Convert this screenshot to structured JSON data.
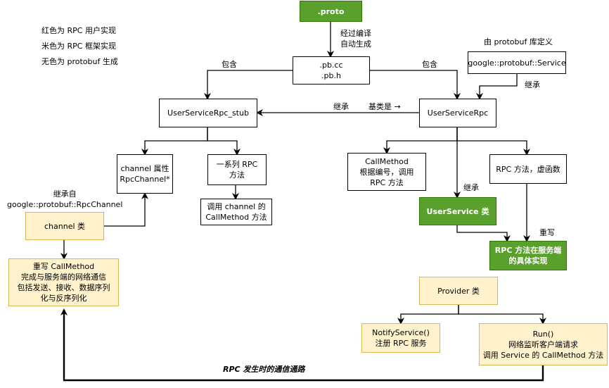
{
  "legend": {
    "line1": "红色为 RPC 用户实现",
    "line2": "米色为 RPC 框架实现",
    "line3": "无色为 protobuf 生成"
  },
  "nodes": {
    "proto": ".proto",
    "pbcc": ".pb.cc\n.pb.h",
    "protobuf_service": "google::protobuf::Service",
    "stub": "UserServiceRpc_stub",
    "service_rpc": "UserServiceRpc",
    "channel_attr": "channel 属性\nRpcChannel*",
    "rpc_methods": "一系列 RPC\n方法",
    "call_channel": "调用 channel 的\nCallMethod 方法",
    "channel_class": "channel 类",
    "override_callmethod": "重写 CallMethod\n完成与服务端的网络通信\n包括发送、接收、数据序列\n化与反序列化",
    "callmethod": "CallMethod\n根据编号，调用\nRPC 方法",
    "rpc_virtual": "RPC 方法，虚函数",
    "userservice": "UserService 类",
    "rpc_impl": "RPC 方法在服务端\n的具体实现",
    "provider": "Provider 类",
    "notify": "NotifyService()\n注册 RPC 服务",
    "run": "Run()\n网络监听客户端请求\n调用 Service 的 CallMethod 方法"
  },
  "labels": {
    "compile": "经过编译\n自动生成",
    "defined_by": "由 protobuf 库定义",
    "contains_left": "包含",
    "contains_right": "包含",
    "inherit_top": "继承",
    "inherit_mid": "继承",
    "base_is": "基类是 →",
    "inherit_service": "继承",
    "inherit_from": "继承自\ngoogle::protobuf::RpcChannel",
    "override": "重写",
    "comm_path": "RPC 发生时的通信通路"
  }
}
